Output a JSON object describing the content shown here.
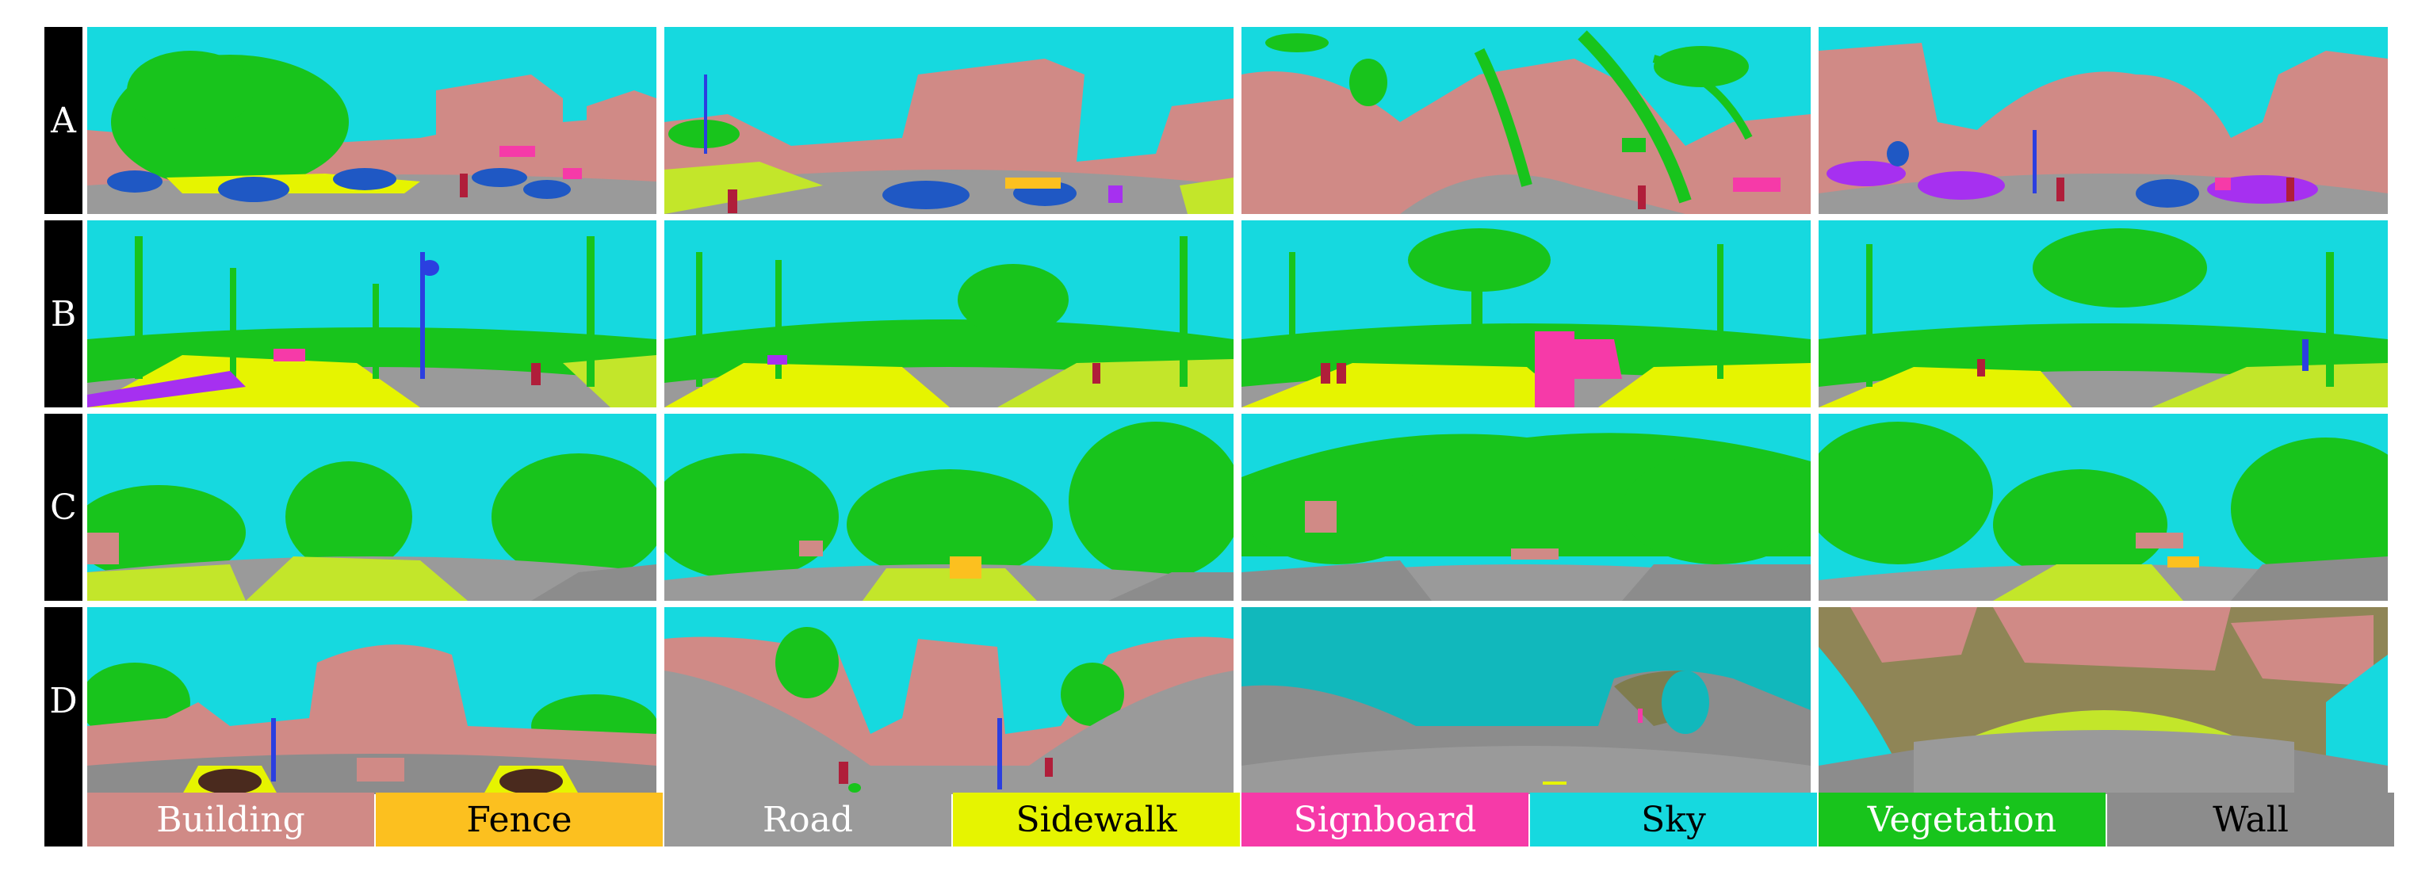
{
  "rows": [
    {
      "label": "A"
    },
    {
      "label": "B"
    },
    {
      "label": "C"
    },
    {
      "label": "D"
    }
  ],
  "colors": {
    "building": "#d08a86",
    "fence": "#fcc01f",
    "road": "#9a9a9a",
    "sidewalk": "#e6f400",
    "signboard": "#f63aa8",
    "sky": "#16d9df",
    "vegetation": "#18c41c",
    "wall": "#8c8c8c",
    "car": "#1f58c4",
    "person": "#b01e3a",
    "terrain": "#c3e62a",
    "pole": "#2b3fe0",
    "bicycle": "#a630f0"
  },
  "legend": [
    {
      "name": "Building",
      "color": "#d08a86",
      "text_color": "#ffffff"
    },
    {
      "name": "Fence",
      "color": "#fcc01f",
      "text_color": "#000000"
    },
    {
      "name": "Road",
      "color": "#9a9a9a",
      "text_color": "#ffffff"
    },
    {
      "name": "Sidewalk",
      "color": "#e6f400",
      "text_color": "#000000"
    },
    {
      "name": "Signboard",
      "color": "#f63aa8",
      "text_color": "#ffffff"
    },
    {
      "name": "Sky",
      "color": "#16d9df",
      "text_color": "#000000"
    },
    {
      "name": "Vegetation",
      "color": "#18c41c",
      "text_color": "#ffffff"
    },
    {
      "name": "Wall",
      "color": "#8c8c8c",
      "text_color": "#000000"
    }
  ]
}
